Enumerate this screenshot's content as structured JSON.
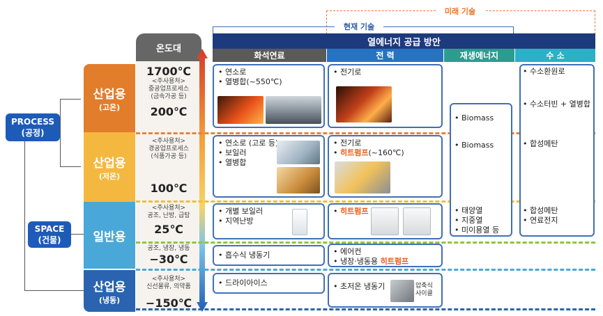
{
  "brackets": {
    "future_label": "미래 기술",
    "current_label": "현재 기술"
  },
  "header": {
    "main": "열에너지 공급 방안",
    "temperature": "온도대",
    "columns": [
      {
        "label": "화석연료",
        "color": "#5a5a5a"
      },
      {
        "label": "전 력",
        "color": "#2673c1"
      },
      {
        "label": "재생에너지",
        "color": "#2a9d8f"
      },
      {
        "label": "수 소",
        "color": "#2bb0c5"
      }
    ]
  },
  "side": {
    "process": [
      "PROCESS",
      "(공정)"
    ],
    "space": [
      "SPACE",
      "(건물)"
    ]
  },
  "categories": [
    {
      "main": "산업용",
      "sub": "(고온)",
      "color": "#e27d2c"
    },
    {
      "main": "산업용",
      "sub": "(저온)",
      "color": "#f4b841"
    },
    {
      "main": "일반용",
      "sub": "",
      "color": "#4aa8d8"
    },
    {
      "main": "산업용",
      "sub": "(냉동)",
      "color": "#2a64b0"
    }
  ],
  "temps": {
    "high": {
      "top": "1700℃",
      "notes": [
        "<주사용처>",
        "중공업프로세스",
        "(금속가공 등)"
      ],
      "bottom": "200℃"
    },
    "low": {
      "notes": [
        "<주사용처>",
        "경공업프로세스",
        "(식품가공 등)"
      ],
      "bottom": "100℃"
    },
    "general_heat": {
      "notes": [
        "<주사용처>",
        "공조, 난방, 급탕"
      ],
      "bottom": "25℃"
    },
    "general_cool": {
      "notes": [
        "공조, 냉장, 냉동"
      ],
      "bottom": "−30℃"
    },
    "freeze": {
      "notes": [
        "<주사용처>",
        "신선물류, 의약품"
      ],
      "bottom": "−150℃"
    }
  },
  "fossil": {
    "high": [
      "• 연소로",
      "• 열병합(~550℃)"
    ],
    "low": [
      "• 연소로 (고로 등)",
      "• 보일러",
      "• 열병합"
    ],
    "general": [
      "• 개별 보일러",
      "• 지역난방"
    ],
    "cool": [
      "• 흡수식 냉동기"
    ],
    "freeze": [
      "• 드라이아이스"
    ]
  },
  "electric": {
    "high": [
      "• 전기로"
    ],
    "low_1": "• 전기로",
    "low_2": "• ",
    "low_2_hl": "히트펌프",
    "low_2_tail": "(~160℃)",
    "general_hl": "히트펌프",
    "general_bullet": "• ",
    "cool_1": "• 에어컨",
    "cool_2": "• 냉장·냉동용 ",
    "cool_2_hl": "히트펌프",
    "freeze": "• 초저온 냉동기",
    "freeze_device": [
      "압축식",
      "사이클"
    ]
  },
  "renewable": {
    "high": "• Biomass",
    "low": "• Biomass",
    "general": [
      "• 태양열",
      "• 지중열",
      "• 미이용열 등"
    ]
  },
  "hydrogen": {
    "high": [
      "• 수소환원로",
      "• 수소터빈 + 열병합"
    ],
    "low": "• 합성메탄",
    "general": [
      "• 합성메탄",
      "• 연료전지"
    ]
  }
}
